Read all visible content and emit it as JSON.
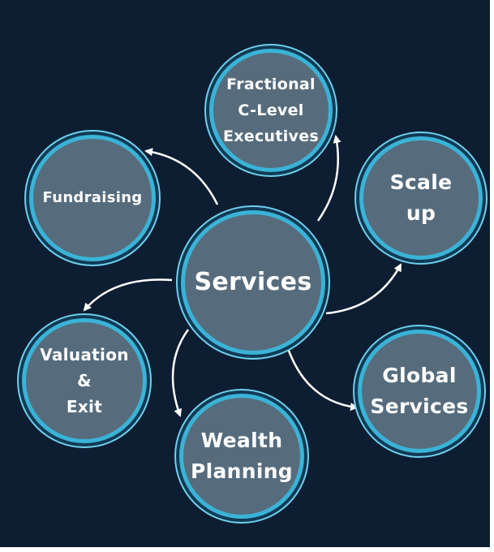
{
  "center": {
    "label": "Services"
  },
  "nodes": {
    "fractional": {
      "label": "Fractional\nC-Level\nExecutives"
    },
    "fundraising": {
      "label": "Fundraising"
    },
    "scale_up": {
      "label": "Scale\nup"
    },
    "valuation": {
      "label": "Valuation\n&\nExit"
    },
    "global": {
      "label": "Global\nServices"
    },
    "wealth": {
      "label": "Wealth\nPlanning"
    }
  },
  "colors": {
    "background": "#0d1e33",
    "node_fill": "#566c7d",
    "node_ring": "#3ab3d6",
    "arrow": "#ffffff"
  }
}
